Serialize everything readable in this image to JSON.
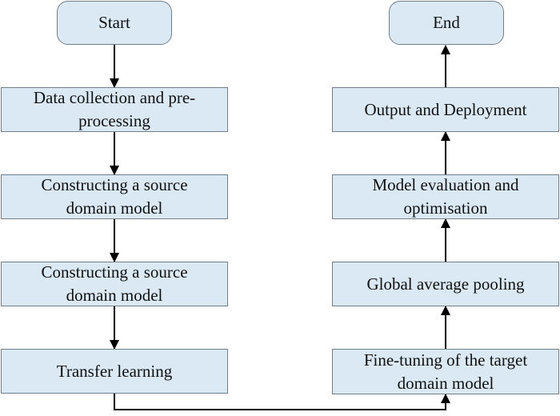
{
  "flowchart": {
    "start": {
      "label": "Start"
    },
    "end": {
      "label": "End"
    },
    "left_column": [
      {
        "line1": "Data collection and pre-",
        "line2": "processing"
      },
      {
        "line1": "Constructing a source",
        "line2": "domain model"
      },
      {
        "line1": "Constructing a source",
        "line2": "domain model"
      },
      {
        "line1": "Transfer learning",
        "line2": ""
      }
    ],
    "right_column": [
      {
        "line1": "Fine-tuning of the target",
        "line2": "domain model"
      },
      {
        "line1": "Global average pooling",
        "line2": ""
      },
      {
        "line1": "Model evaluation and",
        "line2": "optimisation"
      },
      {
        "line1": "Output and Deployment",
        "line2": ""
      }
    ]
  },
  "colors": {
    "node_fill": "#dbe9f4",
    "node_border": "#6f7f8c",
    "connector": "#000000"
  }
}
